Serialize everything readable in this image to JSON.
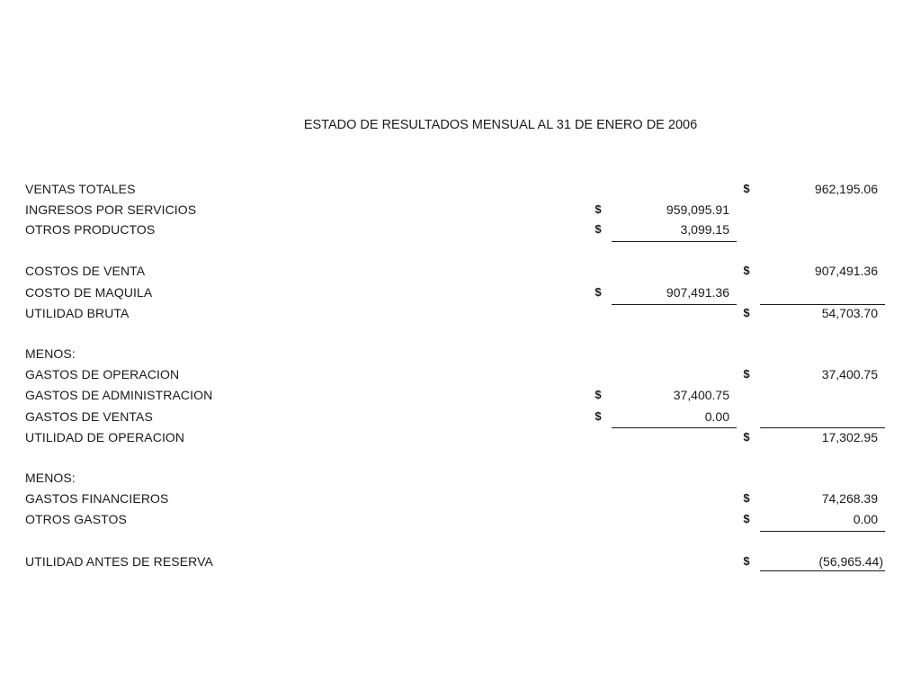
{
  "title": "ESTADO DE RESULTADOS MENSUAL AL 31 DE ENERO DE 2006",
  "currency_symbol": "$",
  "rows": {
    "ventas_totales": {
      "label": "VENTAS TOTALES",
      "col2": "962,195.06"
    },
    "ingresos_servicios": {
      "label": "INGRESOS POR SERVICIOS",
      "col1": "959,095.91"
    },
    "otros_productos": {
      "label": "OTROS PRODUCTOS",
      "col1": "3,099.15"
    },
    "costos_venta": {
      "label": "COSTOS DE VENTA",
      "col2": "907,491.36"
    },
    "costo_maquila": {
      "label": "COSTO DE MAQUILA",
      "col1": "907,491.36"
    },
    "utilidad_bruta": {
      "label": "UTILIDAD BRUTA",
      "col2": "54,703.70"
    },
    "menos_1": {
      "label": "MENOS:"
    },
    "gastos_operacion": {
      "label": "GASTOS DE OPERACION",
      "col2": "37,400.75"
    },
    "gastos_administracion": {
      "label": "GASTOS DE ADMINISTRACION",
      "col1": "37,400.75"
    },
    "gastos_ventas": {
      "label": "GASTOS DE VENTAS",
      "col1": "0.00"
    },
    "utilidad_operacion": {
      "label": "UTILIDAD DE OPERACION",
      "col2": "17,302.95"
    },
    "menos_2": {
      "label": "MENOS:"
    },
    "gastos_financieros": {
      "label": "GASTOS FINANCIEROS",
      "col2": "74,268.39"
    },
    "otros_gastos": {
      "label": "OTROS GASTOS",
      "col2": "0.00"
    },
    "utilidad_antes_reserva": {
      "label": "UTILIDAD ANTES DE RESERVA",
      "col2": "(56,965.44)"
    }
  }
}
